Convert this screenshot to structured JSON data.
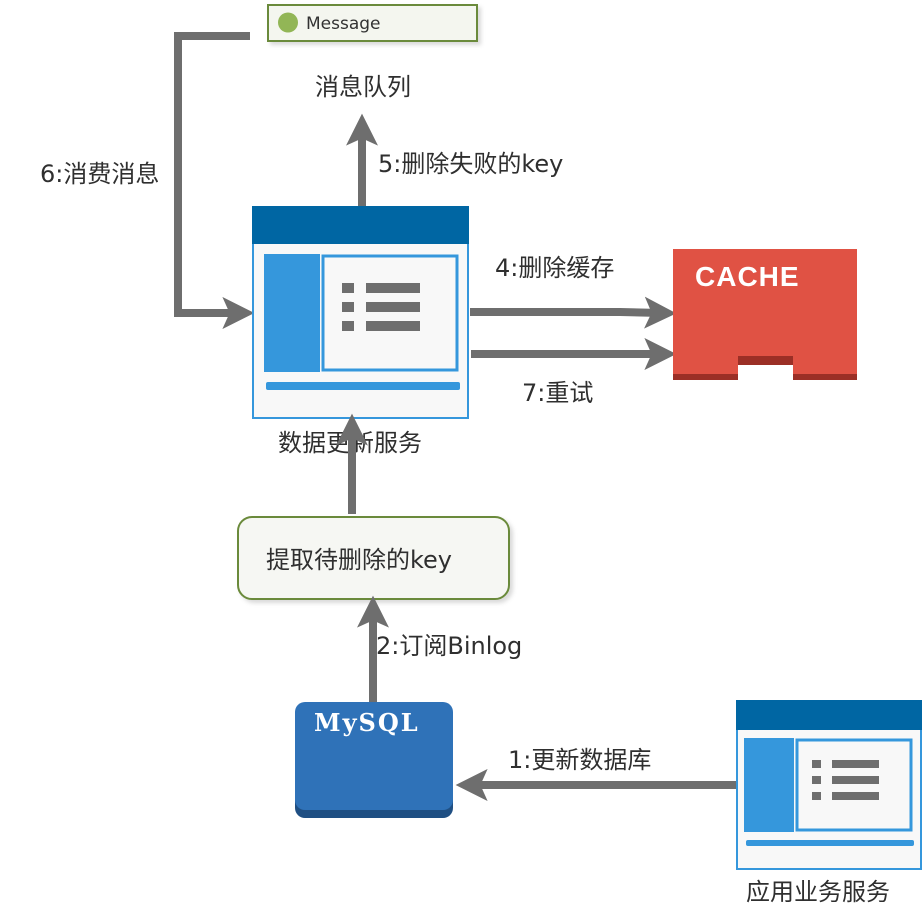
{
  "diagram": {
    "title": "Cache deletion via Binlog subscription with message-queue retry",
    "colors": {
      "arrow": "#6e6e6e",
      "service_header": "#0066a3",
      "service_accent": "#3597dc",
      "service_body": "#f8f8f8",
      "cache_red": "#e05244",
      "cache_dark": "#9b2f26",
      "mysql_blue": "#2f72b8",
      "mysql_dark": "#1f4f83",
      "message_green": "#92b657",
      "message_border": "#6b8a3a",
      "extract_border": "#6b8a3a"
    },
    "nodes": {
      "message_chip": {
        "label": "Message",
        "icon": "green-dot-icon"
      },
      "queue_label": "消息队列",
      "data_update_service": {
        "label": "数据更新服务",
        "icon": "service-window-icon"
      },
      "cache": {
        "label": "CACHE",
        "icon": "cache-block-icon"
      },
      "extract_keys": {
        "label": "提取待删除的key"
      },
      "mysql": {
        "label": "MySQL",
        "icon": "database-icon"
      },
      "app_service": {
        "label": "应用业务服务",
        "icon": "service-window-icon"
      }
    },
    "edges": [
      {
        "id": "e1",
        "label": "1:更新数据库",
        "from": "应用业务服务",
        "to": "MySQL"
      },
      {
        "id": "e2",
        "label": "2:订阅Binlog",
        "from": "MySQL",
        "to": "提取待删除的key"
      },
      {
        "id": "e3",
        "label": "",
        "from": "提取待删除的key",
        "to": "数据更新服务"
      },
      {
        "id": "e4",
        "label": "4:删除缓存",
        "from": "数据更新服务",
        "to": "CACHE"
      },
      {
        "id": "e5",
        "label": "5:删除失败的key",
        "from": "数据更新服务",
        "to": "消息队列"
      },
      {
        "id": "e6",
        "label": "6:消费消息",
        "from": "消息队列",
        "to": "数据更新服务"
      },
      {
        "id": "e7",
        "label": "7:重试",
        "from": "数据更新服务",
        "to": "CACHE"
      }
    ]
  }
}
